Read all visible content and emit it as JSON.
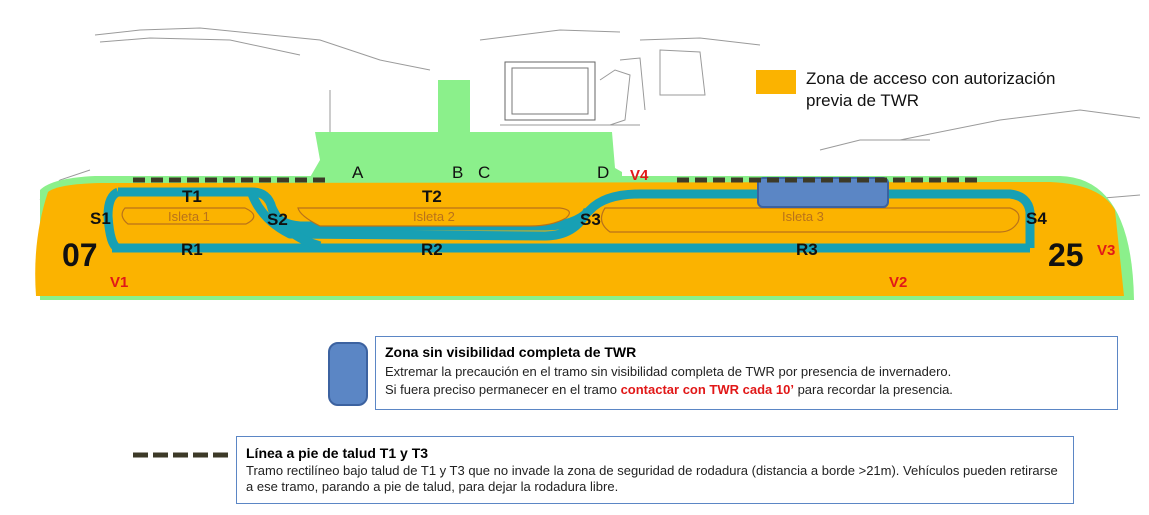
{
  "colors": {
    "access_zone": "#FBB300",
    "taxiway": "#17A0B4",
    "apron": "#8BF08B",
    "no_visibility_zone": "#5B86C5",
    "highlight_red": "#E11818"
  },
  "map": {
    "taxiways": [
      "T1",
      "T2"
    ],
    "runway_links": [
      "R1",
      "R2",
      "R3"
    ],
    "stops": [
      "S1",
      "S2",
      "S3",
      "S4"
    ],
    "islands": [
      "Isleta 1",
      "Isleta 2",
      "Isleta 3"
    ],
    "aprons": [
      "A",
      "B",
      "C",
      "D"
    ],
    "vehicle_points": [
      "V1",
      "V2",
      "V3",
      "V4"
    ],
    "runway_ends": [
      "07",
      "25"
    ]
  },
  "legend": {
    "access_zone_line1": "Zona de acceso con autorización",
    "access_zone_line2": "previa de TWR"
  },
  "visibility_box": {
    "title": "Zona sin visibilidad completa de TWR",
    "line1": "Extremar la precaución en el tramo sin visibilidad completa de TWR por presencia de invernadero.",
    "line2_before": "Si fuera preciso permanecer en el tramo ",
    "line2_highlight": "contactar con TWR cada 10’",
    "line2_after": " para recordar la presencia."
  },
  "slope_box": {
    "title": "Línea a pie de talud T1 y T3",
    "body": "Tramo rectilíneo bajo talud de T1 y T3 que no invade la zona de seguridad de rodadura (distancia a borde >21m). Vehículos pueden retirarse a ese tramo, parando a pie de talud, para dejar la rodadura libre."
  }
}
